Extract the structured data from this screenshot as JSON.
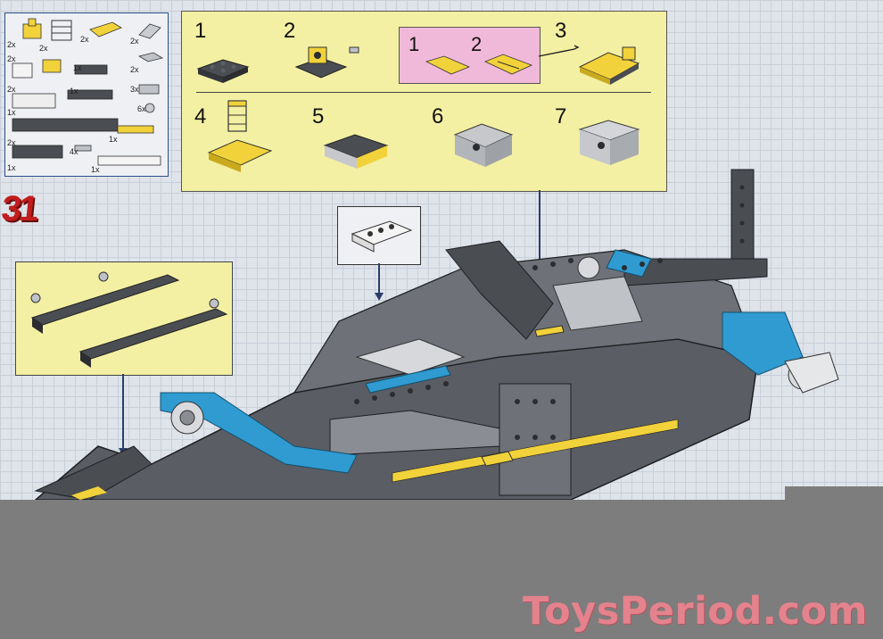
{
  "page_step_number": "31",
  "parts_list": {
    "quantities": [
      "2x",
      "2x",
      "2x",
      "2x",
      "2x",
      "1x",
      "2x",
      "2x",
      "1x",
      "3x",
      "1x",
      "6x",
      "2x",
      "4x",
      "1x",
      "1x",
      "1x"
    ]
  },
  "substeps": {
    "top_row": [
      "1",
      "2",
      "3"
    ],
    "pink_sequence": [
      "1",
      "2"
    ],
    "bottom_row": [
      "4",
      "5",
      "6",
      "7"
    ]
  },
  "watermark": "ToysPeriod.com",
  "colors": {
    "instruction_panel": "#f3f0a3",
    "pink_panel": "#f1b9d9",
    "step_number": "#c21d1d",
    "brick_dark_gray": "#4a4d52",
    "brick_yellow": "#f2d23a",
    "brick_blue": "#2f9bd1",
    "watermark": "#e4838d"
  }
}
